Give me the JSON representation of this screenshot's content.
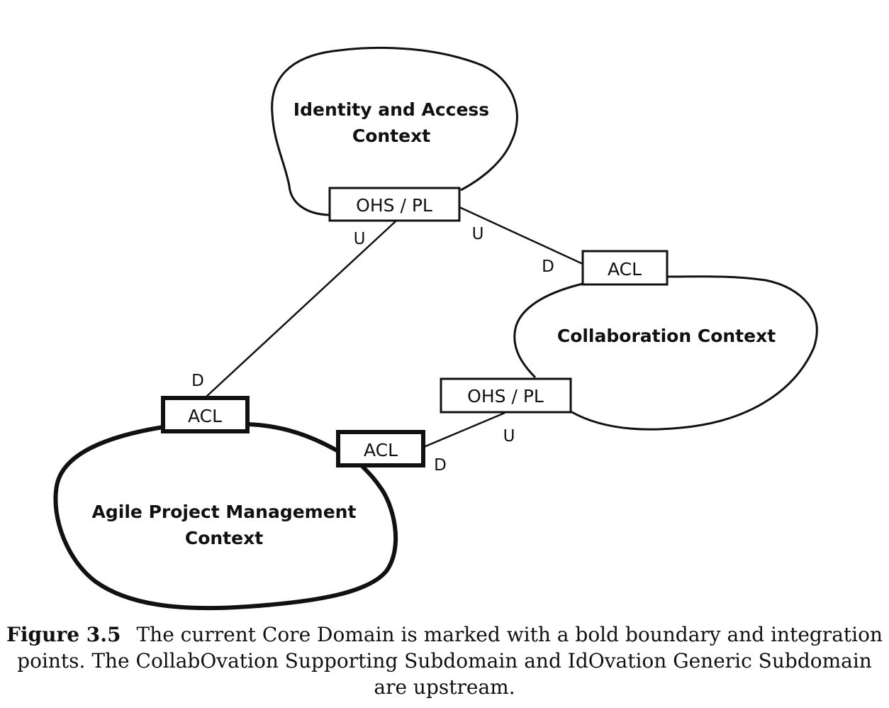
{
  "contexts": {
    "identity": {
      "line1": "Identity and Access",
      "line2": "Context"
    },
    "collaboration": {
      "line1": "Collaboration Context"
    },
    "agile": {
      "line1": "Agile Project Management",
      "line2": "Context"
    }
  },
  "boxes": {
    "identity_ohs": "OHS / PL",
    "collab_acl": "ACL",
    "collab_ohs": "OHS / PL",
    "agile_acl_top": "ACL",
    "agile_acl_right": "ACL"
  },
  "relations": {
    "identity_u_left": "U",
    "identity_u_right": "U",
    "collab_d": "D",
    "agile_d_top": "D",
    "collab_u": "U",
    "agile_d_right": "D"
  },
  "caption": {
    "figure_number": "Figure 3.5",
    "text": "The current Core Domain is marked with a bold boundary and integration points. The CollabOvation Supporting Subdomain and IdOvation Generic Subdomain are upstream."
  }
}
